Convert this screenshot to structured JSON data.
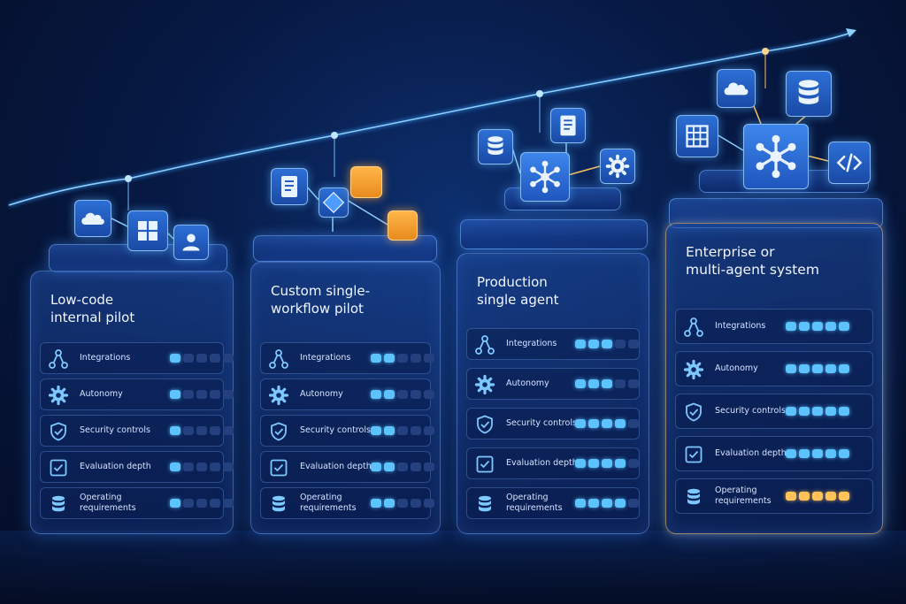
{
  "colors": {
    "accent": "#5cc3ff",
    "inactive": "#24407e",
    "warning": "#ffc35a"
  },
  "rating_max": 5,
  "tiers": [
    {
      "title": "Low-code\ninternal pilot",
      "rows": [
        {
          "label": "Integrations",
          "icon": "network-icon",
          "level": 1
        },
        {
          "label": "Autonomy",
          "icon": "gear-icon",
          "level": 1
        },
        {
          "label": "Security controls",
          "icon": "shield-check-icon",
          "level": 1
        },
        {
          "label": "Evaluation depth",
          "icon": "checkbox-icon",
          "level": 1
        },
        {
          "label": "Operating\nrequirements",
          "icon": "database-icon",
          "level": 1
        }
      ]
    },
    {
      "title": "Custom single-\nworkflow pilot",
      "rows": [
        {
          "label": "Integrations",
          "icon": "network-icon",
          "level": 2
        },
        {
          "label": "Autonomy",
          "icon": "gear-icon",
          "level": 2
        },
        {
          "label": "Security controls",
          "icon": "shield-check-icon",
          "level": 2
        },
        {
          "label": "Evaluation depth",
          "icon": "checkbox-icon",
          "level": 2
        },
        {
          "label": "Operating\nrequirements",
          "icon": "database-icon",
          "level": 2
        }
      ]
    },
    {
      "title": "Production\nsingle agent",
      "rows": [
        {
          "label": "Integrations",
          "icon": "network-icon",
          "level": 3
        },
        {
          "label": "Autonomy",
          "icon": "gear-icon",
          "level": 3
        },
        {
          "label": "Security controls",
          "icon": "shield-check-icon",
          "level": 4
        },
        {
          "label": "Evaluation depth",
          "icon": "checkbox-icon",
          "level": 4
        },
        {
          "label": "Operating\nrequirements",
          "icon": "database-icon",
          "level": 4
        }
      ]
    },
    {
      "title": "Enterprise or\nmulti-agent system",
      "rows": [
        {
          "label": "Integrations",
          "icon": "network-icon",
          "level": 5
        },
        {
          "label": "Autonomy",
          "icon": "gear-icon",
          "level": 5
        },
        {
          "label": "Security controls",
          "icon": "shield-check-icon",
          "level": 5
        },
        {
          "label": "Evaluation depth",
          "icon": "checkbox-icon",
          "level": 5
        },
        {
          "label": "Operating\nrequirements",
          "icon": "database-icon",
          "level": 5,
          "highlight": "warning"
        }
      ]
    }
  ],
  "illustrations": [
    {
      "tiles": [
        "cloud-icon",
        "windows-grid-icon",
        "user-icon"
      ]
    },
    {
      "tiles": [
        "document-icon",
        "decision-diamond-icon",
        "task-orange-icon",
        "task-orange-icon"
      ]
    },
    {
      "tiles": [
        "database-icon",
        "document-icon",
        "hub-network-icon",
        "gear-icon"
      ]
    },
    {
      "tiles": [
        "cloud-icon",
        "database-icon",
        "spreadsheet-icon",
        "hub-network-icon",
        "code-icon"
      ]
    }
  ]
}
